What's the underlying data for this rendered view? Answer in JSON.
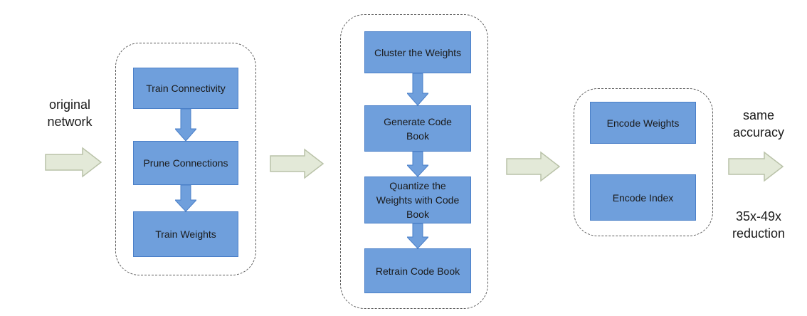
{
  "colors": {
    "box_fill": "#6f9fdc",
    "box_border": "#4a7fc8",
    "flow_arrow_fill": "#e3e9d8",
    "flow_arrow_stroke": "#b9c2a8",
    "stage_border": "#595959"
  },
  "input_label": "original\nnetwork",
  "stage_pruning": {
    "steps": [
      "Train Connectivity",
      "Prune Connections",
      "Train Weights"
    ]
  },
  "stage_quantization": {
    "steps": [
      "Cluster the Weights",
      "Generate Code\nBook",
      "Quantize the\nWeights with Code\nBook",
      "Retrain Code Book"
    ]
  },
  "stage_encoding": {
    "steps": [
      "Encode Weights",
      "Encode Index"
    ]
  },
  "output_top_label": "same\naccuracy",
  "output_bottom_label": "35x-49x\nreduction"
}
